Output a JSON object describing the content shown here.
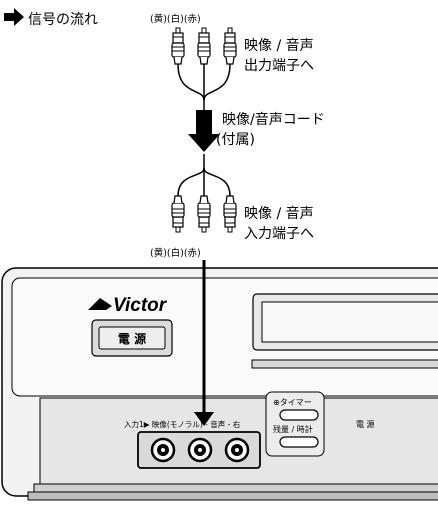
{
  "legend": {
    "arrow_icon": "right-arrow",
    "text": "信号の流れ"
  },
  "top_plugs": {
    "colors": "(黄)(白)(赤)",
    "label_line1": "映像 / 音声",
    "label_line2": "出力端子へ"
  },
  "cable": {
    "label_line1": "映像/音声コード",
    "label_line2": "(付属)"
  },
  "bottom_plugs": {
    "colors": "(黄)(白)(赤)",
    "label_line1": "映像 / 音声",
    "label_line2": "入力端子へ"
  },
  "device": {
    "brand": "Victor",
    "power_button_label": "電 源",
    "input_panel_label": "入力1▶ 映像(モノラル) - 音声 - 右",
    "timer_button_label": "⊕タイマー",
    "remaining_button_label": "残量 / 時計",
    "power_text": "電 源"
  },
  "colors": {
    "device_fill": "#f2f2f2",
    "line": "#000000",
    "panel_gray": "#e6e6e6"
  }
}
